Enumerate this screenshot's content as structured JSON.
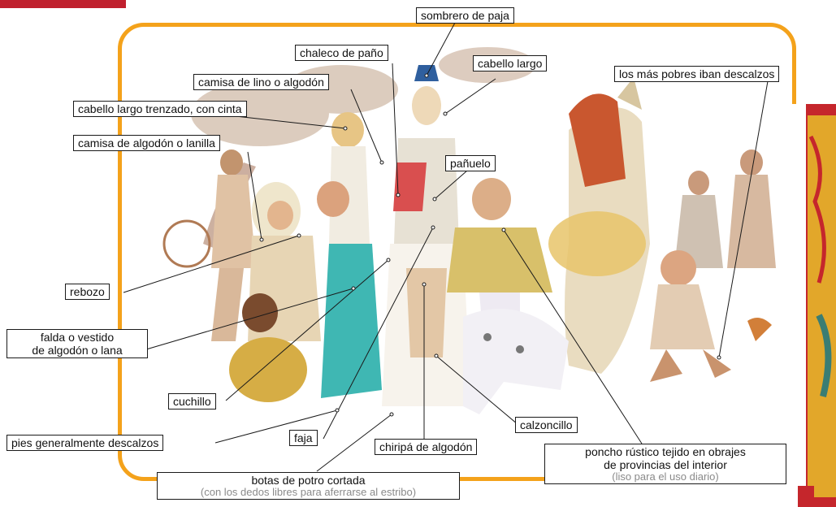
{
  "colors": {
    "frame_orange": "#f4a21b",
    "corner_tab_red": "#c0202e",
    "right_panel_red": "#c5262c",
    "right_panel_gold": "#e2a72a",
    "label_border": "#1a1a1a",
    "leader_line": "#1a1a1a",
    "sub_text_gray": "#8a8a8a"
  },
  "labels": {
    "sombrero": "sombrero de paja",
    "chaleco": "chaleco de paño",
    "cabello_largo": "cabello largo",
    "pobres": "los más pobres iban descalzos",
    "camisa_lino": "camisa de lino o algodón",
    "cabello_trenzado": "cabello largo trenzado, con cinta",
    "camisa_algodon": "camisa de algodón o lanilla",
    "panuelo": "pañuelo",
    "rebozo": "rebozo",
    "falda_1": "falda o vestido",
    "falda_2": "de algodón o lana",
    "cuchillo": "cuchillo",
    "pies": "pies generalmente descalzos",
    "faja": "faja",
    "chiripa": "chiripá de algodón",
    "calzoncillo": "calzoncillo",
    "botas_1": "botas de potro cortada",
    "botas_sub": "(con los dedos libres para aferrarse al estribo)",
    "poncho_1": "poncho rústico tejido en obrajes",
    "poncho_2": "de provincias del interior",
    "poncho_sub": "(liso para el uso diario)"
  }
}
